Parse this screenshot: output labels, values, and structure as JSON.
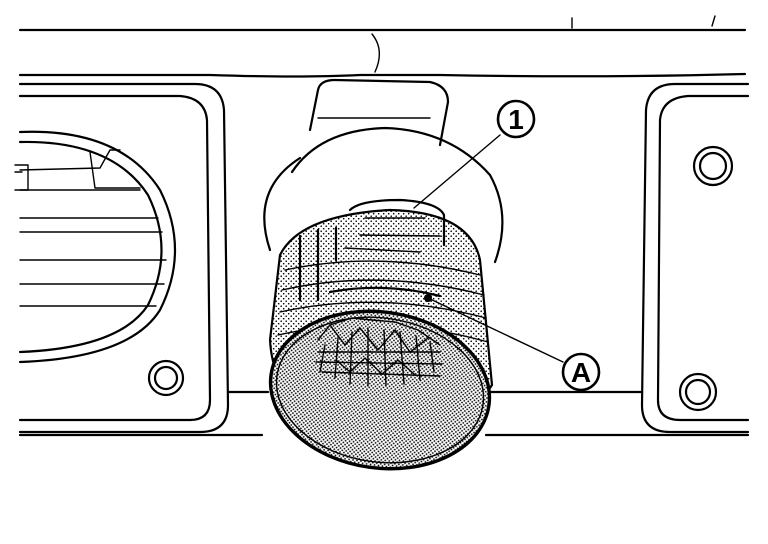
{
  "callouts": [
    {
      "id": "1",
      "label": "1"
    },
    {
      "id": "A",
      "label": "A"
    }
  ],
  "colors": {
    "line": "#000000",
    "background": "#ffffff",
    "stipple": "#000000"
  }
}
